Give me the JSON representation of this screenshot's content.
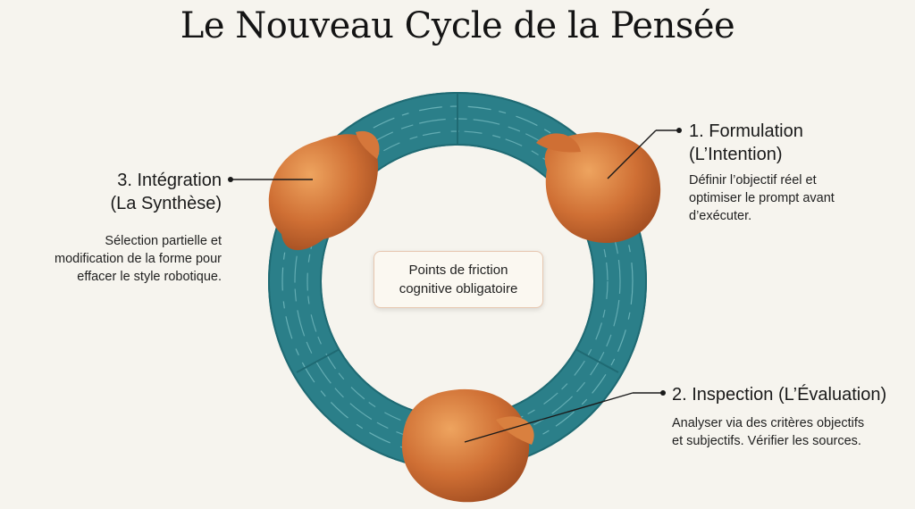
{
  "title": "Le Nouveau Cycle de la Pensée",
  "center_label": "Points de friction\ncognitive obligatoire",
  "stages": [
    {
      "title_line1": "1. Formulation",
      "title_line2": "(L’Intention)",
      "description": [
        "Définir l’objectif réel et",
        "optimiser le prompt avant",
        "d’exécuter."
      ]
    },
    {
      "title_line1": "2. Inspection (L’Évaluation)",
      "description": [
        "Analyser via des critères objectifs",
        "et subjectifs. Vérifier les sources."
      ]
    },
    {
      "title_line1": "3. Intégration",
      "title_line2": "(La Synthèse)",
      "description": [
        "Sélection partielle et",
        "modification de la forme pour",
        "effacer le style robotique."
      ]
    }
  ],
  "colors": {
    "ring": "#2f8c97",
    "ring_dark": "#1f6a73",
    "node": "#c8672f",
    "node_light": "#e99a55",
    "background": "#f6f4ee"
  }
}
